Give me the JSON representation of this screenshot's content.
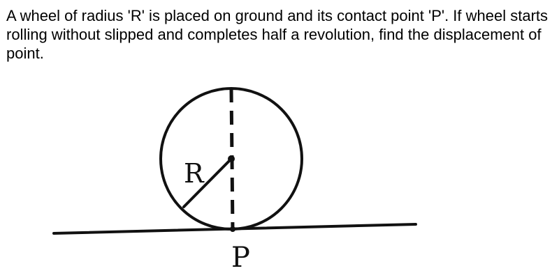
{
  "question": {
    "text": "A wheel of radius 'R' is placed on ground and its contact point 'P'. If wheel starts rolling without slipped and completes half a revolution, find the displacement of point."
  },
  "figure": {
    "radius_label": "R",
    "point_label": "P"
  }
}
